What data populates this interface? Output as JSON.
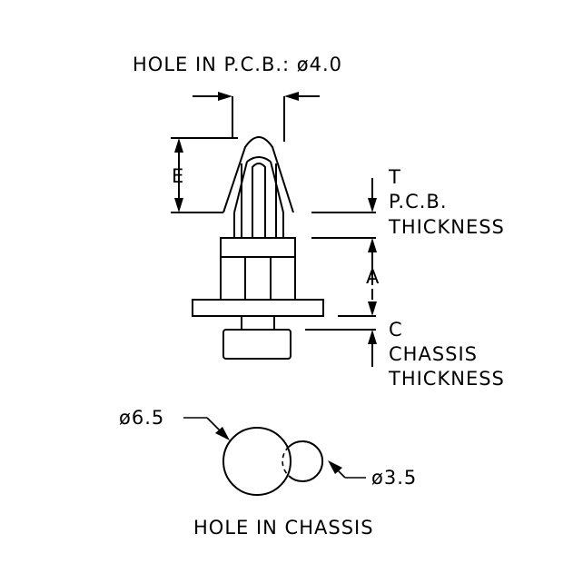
{
  "labels": {
    "pcb_hole": "HOLE IN P.C.B.: ø4.0",
    "dim_e": "E",
    "dim_t": "T",
    "pcb_thickness_1": "P.C.B.",
    "pcb_thickness_2": "THICKNESS",
    "dim_a": "A",
    "dim_c": "C",
    "chassis_thickness_1": "CHASSIS",
    "chassis_thickness_2": "THICKNESS",
    "dia_large": "ø6.5",
    "dia_small": "ø3.5",
    "chassis_hole": "HOLE IN CHASSIS"
  },
  "colors": {
    "line": "#000000",
    "background": "#ffffff"
  }
}
